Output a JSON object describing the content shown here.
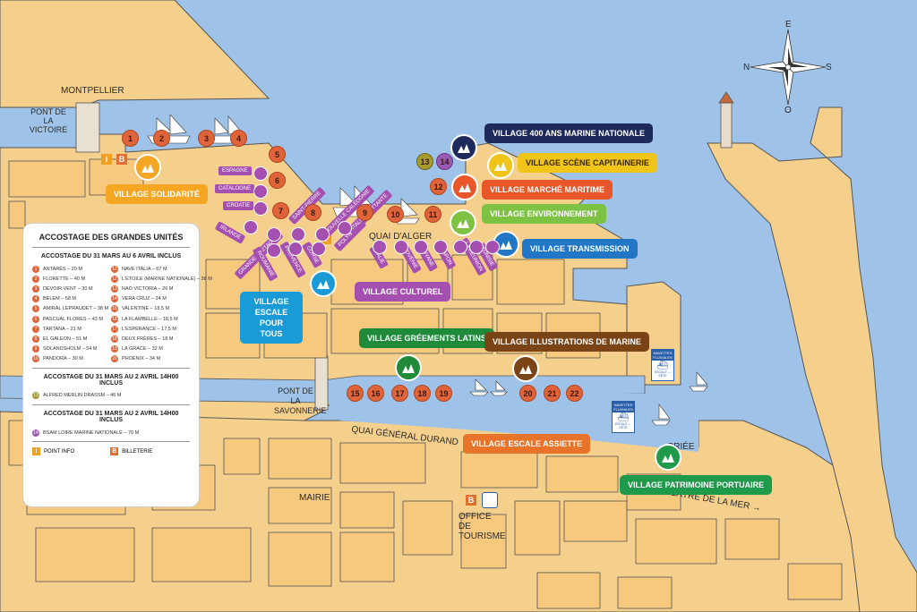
{
  "colors": {
    "water": "#9fc3e8",
    "land": "#f5d08c",
    "block": "#f7c97e",
    "berth": "#e0643a",
    "tag": "#a54fb0"
  },
  "places": {
    "montpellier": "MONTPELLIER",
    "pont_victoire": "PONT DE LA VICTOIRE",
    "pont_savonnerie": "PONT DE LA SAVONNERIE",
    "quai_alger": "QUAI D'ALGER",
    "quai_durand": "QUAI GÉNÉRAL DURAND",
    "mairie": "MAIRIE",
    "office_tourisme": "OFFICE DE TOURISME",
    "theatre_mer": "THÉÂTRE DE LA MER →",
    "criee": "CRIÉE"
  },
  "compass": {
    "n": "N",
    "e": "E",
    "s": "S",
    "o": "O"
  },
  "villages": [
    {
      "label": "VILLAGE 400 ANS MARINE NATIONALE",
      "color": "#1f2a5c"
    },
    {
      "label": "VILLAGE SCÈNE CAPITAINERIE",
      "color": "#f0c419"
    },
    {
      "label": "VILLAGE MARCHÉ MARITIME",
      "color": "#e8562a"
    },
    {
      "label": "VILLAGE ENVIRONNEMENT",
      "color": "#7dc242"
    },
    {
      "label": "VILLAGE TRANSMISSION",
      "color": "#2176c5"
    },
    {
      "label": "VILLAGE SOLIDARITÉ",
      "color": "#f5a623"
    },
    {
      "label": "VILLAGE ESCALE POUR TOUS",
      "color": "#1a9bd7"
    },
    {
      "label": "VILLAGE CULTUREL",
      "color": "#a54fb0"
    },
    {
      "label": "VILLAGE GRÉEMENTS LATINS",
      "color": "#1e8a3a"
    },
    {
      "label": "VILLAGE ILLUSTRATIONS DE MARINE",
      "color": "#7a4416"
    },
    {
      "label": "VILLAGE ESCALE ASSIETTE",
      "color": "#e8732a"
    },
    {
      "label": "VILLAGE PATRIMOINE PORTUAIRE",
      "color": "#1e9a4a"
    }
  ],
  "tags": [
    "ESPAGNE",
    "CATALOGNE",
    "CROATIE",
    "IRLANDE",
    "GRANDE BRETAGNE",
    "SAINT-PIERRE",
    "ROUMANIE",
    "PROVENCE",
    "CORSE",
    "ITALIE",
    "SLOVÉNIE",
    "GUYANE",
    "JAPON",
    "LA RÉUNION",
    "TUNISIE",
    "NOUVELLE CALÉDONIE",
    "POLYNÉSIE",
    "ITALIE FLOTTANTE"
  ],
  "berths": [
    "1",
    "2",
    "3",
    "4",
    "5",
    "6",
    "7",
    "8",
    "9",
    "10",
    "11",
    "12",
    "13",
    "14",
    "15",
    "16",
    "17",
    "18",
    "19",
    "20",
    "21",
    "22"
  ],
  "legend": {
    "title": "ACCOSTAGE DES GRANDES UNITÉS",
    "section1": "ACCOSTAGE DU 31 MARS AU 6 AVRIL INCLUS",
    "col1": [
      {
        "n": "1",
        "t": "ANTARÈS – 20 M"
      },
      {
        "n": "2",
        "t": "FLORETTE – 40 M"
      },
      {
        "n": "3",
        "t": "DEVOIR VENT – 30 M"
      },
      {
        "n": "4",
        "t": "BELEM – 58 M"
      },
      {
        "n": "5",
        "t": "AMIRAL LEPRAUDET – 38 M"
      },
      {
        "n": "6",
        "t": "PASCUAL FLORES – 43 M"
      },
      {
        "n": "7",
        "t": "TARTANA – 21 M"
      },
      {
        "n": "8",
        "t": "EL GALEON – 51 M"
      },
      {
        "n": "9",
        "t": "SOLANDSHOLM – 54 M"
      },
      {
        "n": "10",
        "t": "PANDORA – 30 M"
      }
    ],
    "col2": [
      {
        "n": "11",
        "t": "NAVE ITALIA – 67 M"
      },
      {
        "n": "12",
        "t": "L'ÉTOILE (MARINE NATIONALE) – 38 M"
      },
      {
        "n": "13",
        "t": "NAO VICTORIA – 26 M"
      },
      {
        "n": "14",
        "t": "VERA CRUZ – 24 M"
      },
      {
        "n": "15",
        "t": "VALENTINE – 18,5 M"
      },
      {
        "n": "16",
        "t": "LA FLAMBELLE – 18,5 M"
      },
      {
        "n": "17",
        "t": "L'ESPÉRANCE – 17,5 M"
      },
      {
        "n": "18",
        "t": "DEUX FRÈRES – 18 M"
      },
      {
        "n": "19",
        "t": "LA GRACE – 32 M"
      },
      {
        "n": "20",
        "t": "PHOENIX – 34 M"
      }
    ],
    "section2": "ACCOSTAGE DU 31 MARS AU 2 AVRIL 14H00 INCLUS",
    "item13": {
      "n": "13",
      "t": "ALFRED MERLIN DRASSM – 46 M"
    },
    "section3": "ACCOSTAGE DU 31 MARS AU 2 AVRIL 14H00 INCLUS",
    "item14": {
      "n": "14",
      "t": "BSAM LOIRE MARINE NATIONALE – 70 M"
    },
    "point_info": "POINT INFO",
    "billetterie": "BILLETERIE"
  },
  "navette": {
    "title": "NAVETTES FLUVIALES",
    "sub": "ESCALE ↔ SÈTE"
  }
}
